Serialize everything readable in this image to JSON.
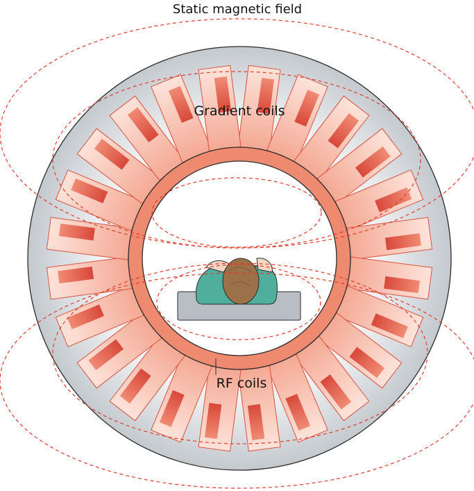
{
  "labels": {
    "title": "Static magnetic field",
    "gradient": "Gradient coils",
    "rf": "RF coils"
  },
  "colors": {
    "bore_fill": "#c9ced3",
    "bore_stroke": "#2b2b2b",
    "coil_fill": "#f5b8a6",
    "coil_dark": "#e05a48",
    "ring_fill": "#ee8a70",
    "field_line": "#e23a2a",
    "bed": "#b9bec4",
    "shirt": "#4fae9c",
    "hair": "#9a7148",
    "skin": "#f3d7c6"
  }
}
